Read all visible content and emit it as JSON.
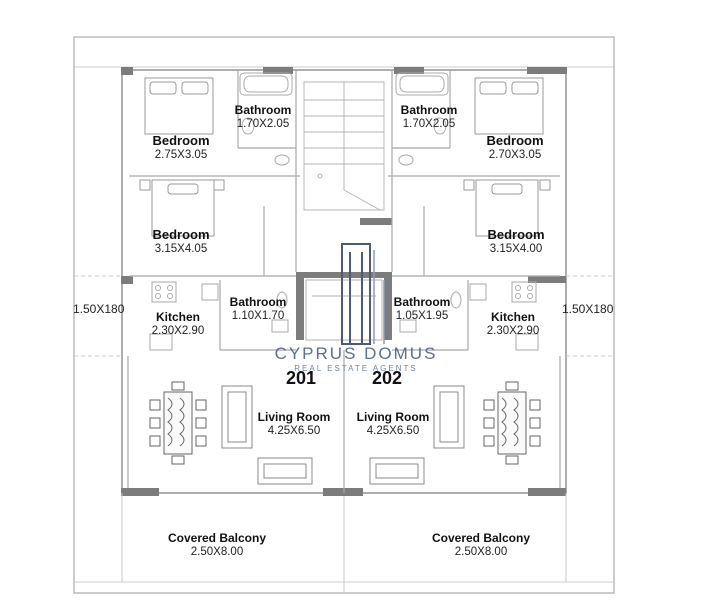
{
  "rooms": [
    {
      "name": "Bedroom",
      "dims": "2.75X3.05"
    },
    {
      "name": "Bathroom",
      "dims": "1.70X2.05"
    },
    {
      "name": "Bathroom",
      "dims": "1.70X2.05"
    },
    {
      "name": "Bedroom",
      "dims": "2.70X3.05"
    },
    {
      "name": "Bedroom",
      "dims": "3.15X4.05"
    },
    {
      "name": "Bedroom",
      "dims": "3.15X4.00"
    },
    {
      "name": "Kitchen",
      "dims": "2.30X2.90"
    },
    {
      "name": "Bathroom",
      "dims": "1.10X1.70"
    },
    {
      "name": "Bathroom",
      "dims": "1.05X1.95"
    },
    {
      "name": "Kitchen",
      "dims": "2.30X2.90"
    },
    {
      "name": "Living Room",
      "dims": "4.25X6.50"
    },
    {
      "name": "Living Room",
      "dims": "4.25X6.50"
    },
    {
      "name": "Covered Balcony",
      "dims": "2.50X8.00"
    },
    {
      "name": "Covered Balcony",
      "dims": "2.50X8.00"
    }
  ],
  "side_dims": {
    "left": "1.50X180",
    "right": "1.50X180"
  },
  "units": {
    "left": "201",
    "right": "202"
  },
  "watermark": {
    "title": "CYPRUS DOMUS",
    "subtitle": "REAL ESTATE AGENTS"
  }
}
